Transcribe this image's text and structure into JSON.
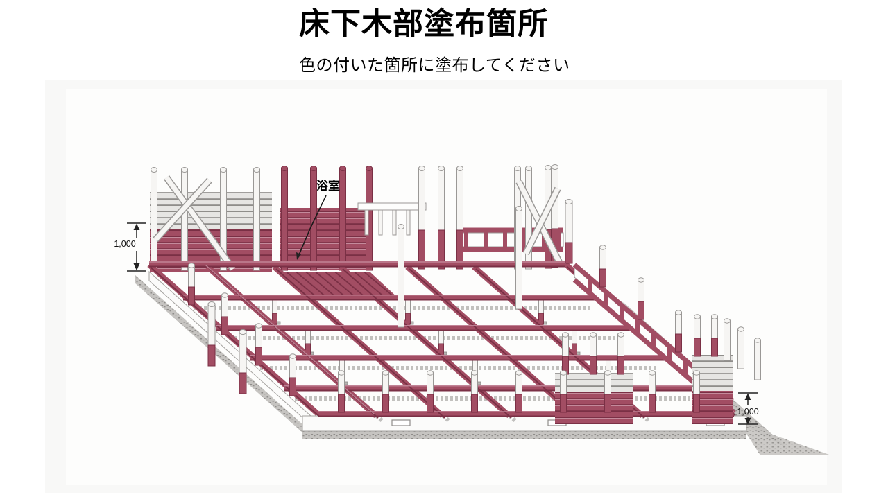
{
  "header": {
    "title": "床下木部塗布箇所",
    "subtitle": "色の付いた箇所に塗布してください"
  },
  "diagram": {
    "bathroom_label": "浴室",
    "left_dimension": "1,000",
    "right_dimension": "1,000"
  },
  "theme": {
    "coating": "#a24d63",
    "coating-dark": "#7a3045",
    "coating-light": "#c48a9b",
    "wood-white": "#f6f5f3",
    "wood-stroke": "#9a9896",
    "shadow-gray": "#c6c4c1",
    "panel-bg": "#f8f8f7",
    "ink": "#111111"
  }
}
